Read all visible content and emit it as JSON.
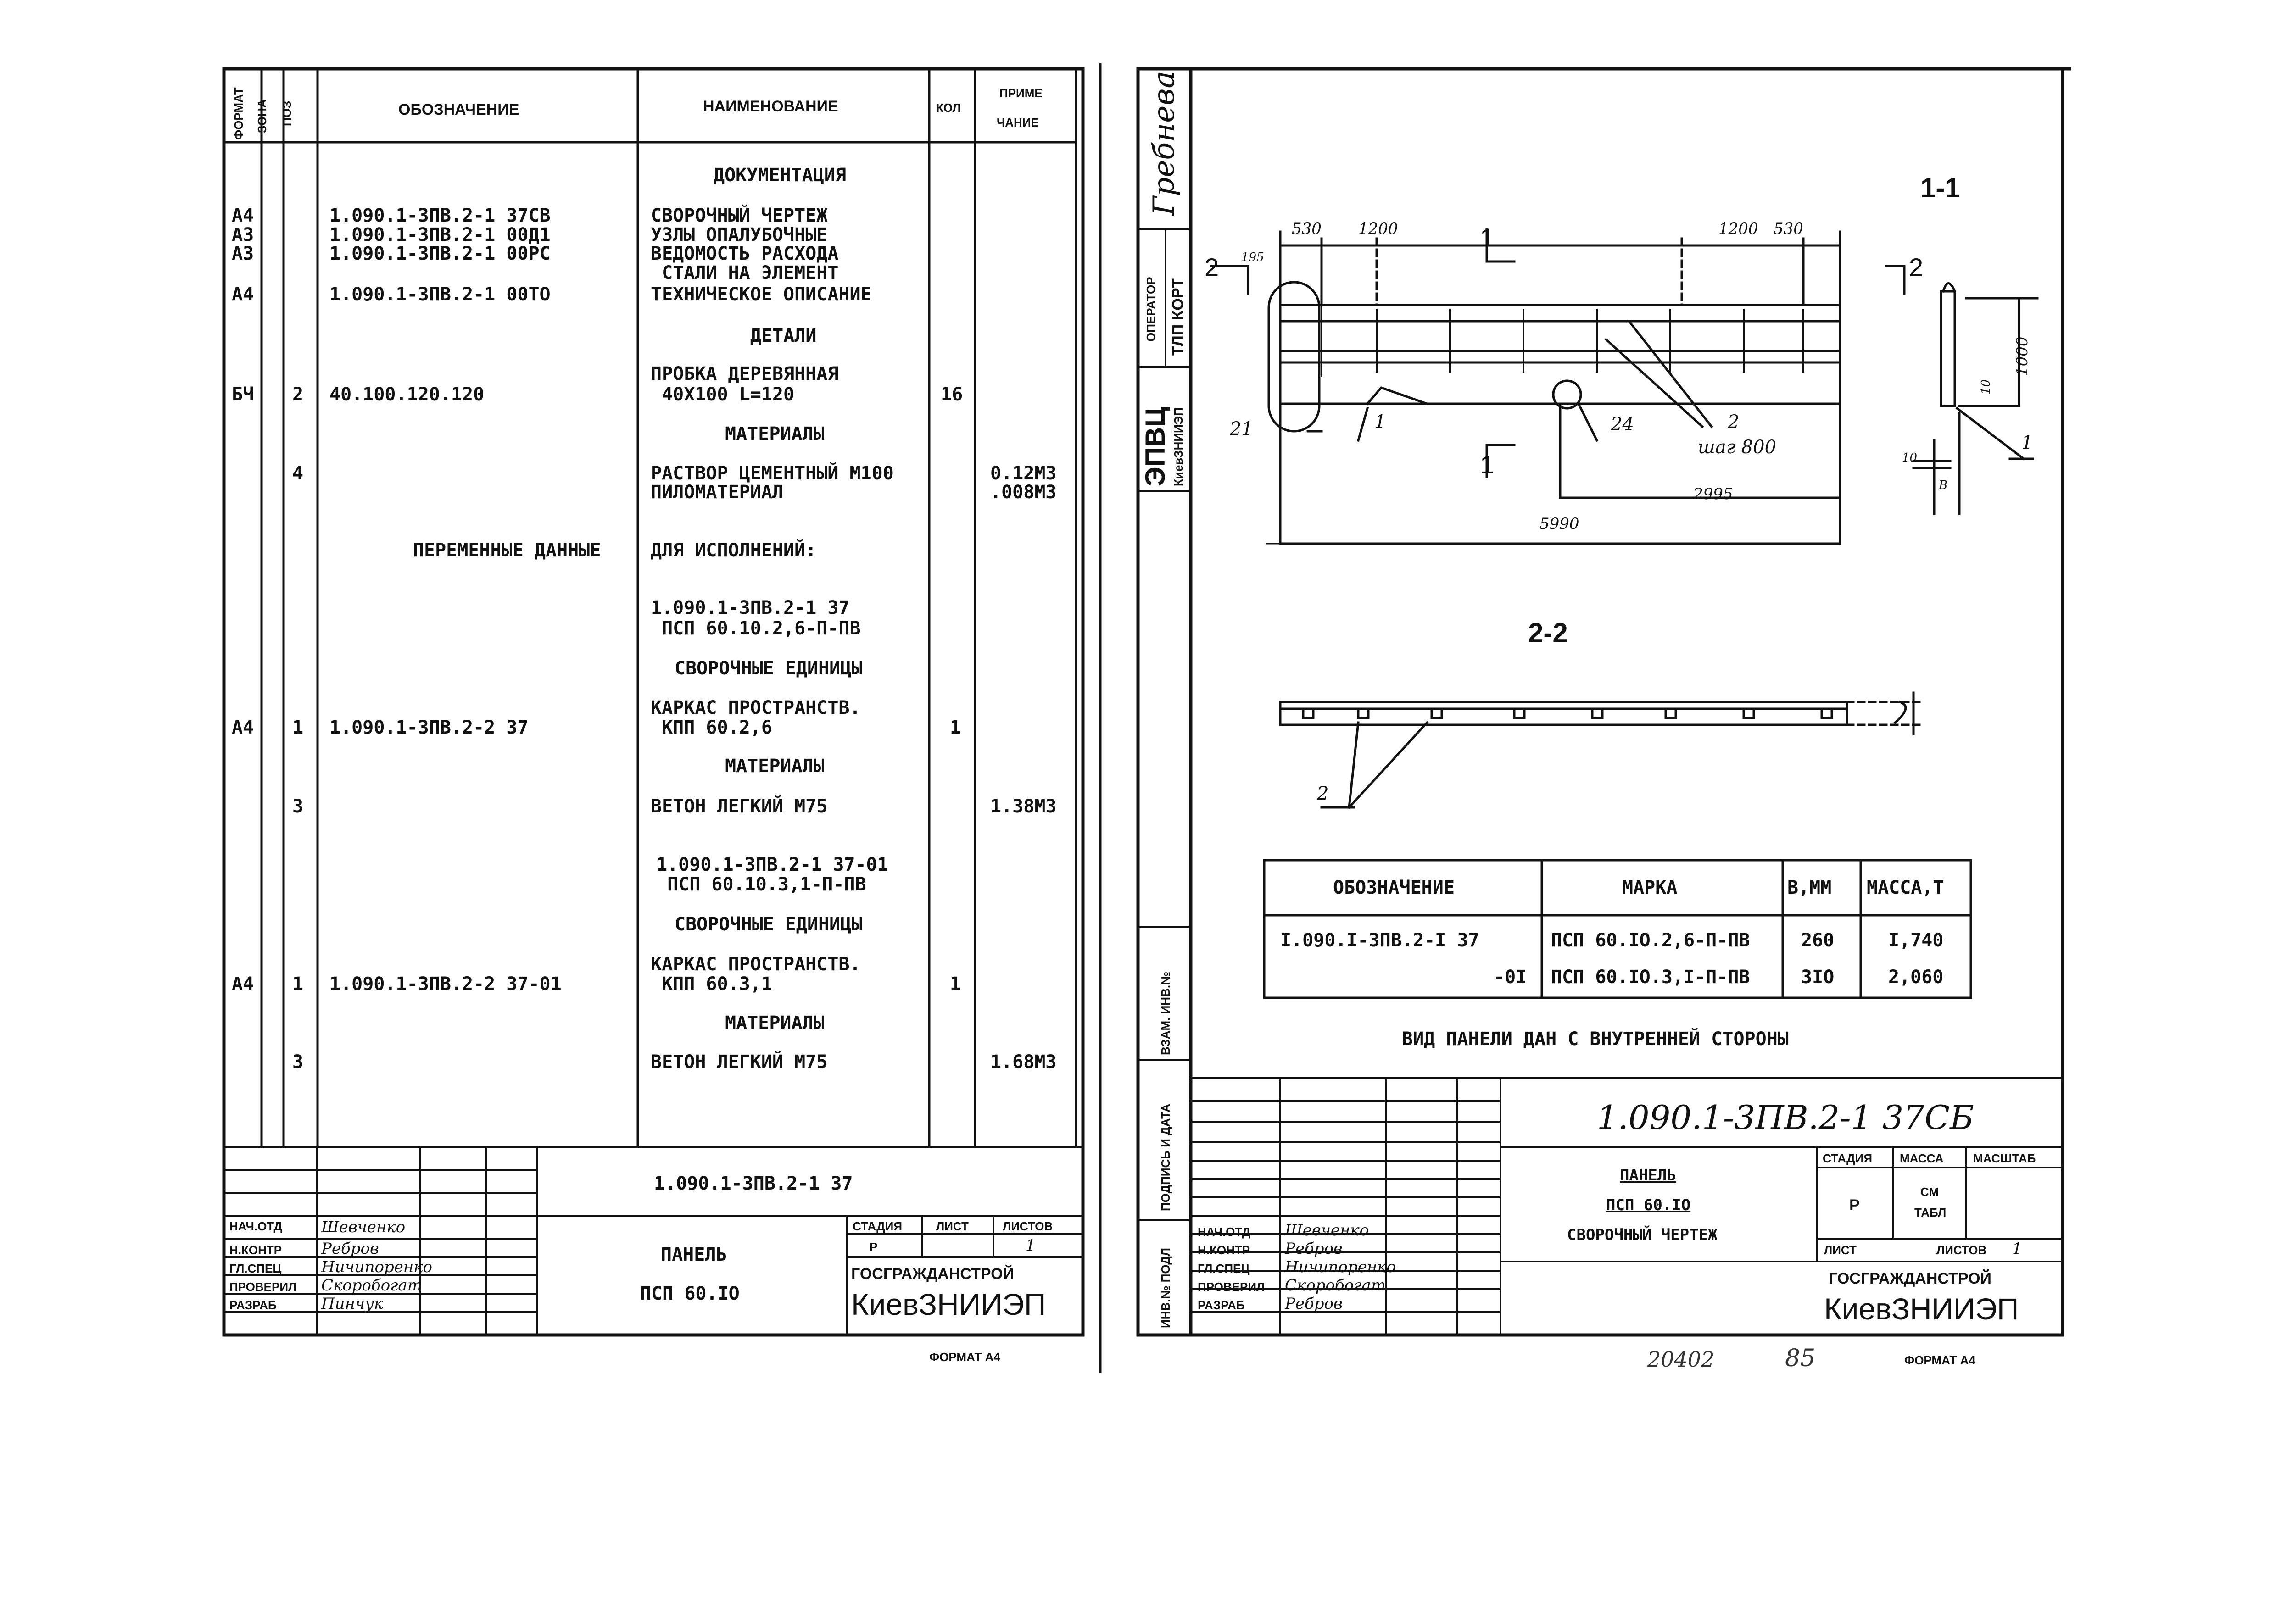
{
  "left_sheet": {
    "header": {
      "format": "ФОРМАТ",
      "zone": "ЗОНА",
      "pos": "ПОЗ",
      "designation": "ОБОЗНАЧЕНИЕ",
      "name": "НАИМЕНОВАНИЕ",
      "qty": "КОЛ",
      "note_1": "ПРИМЕ",
      "note_2": "ЧАНИЕ"
    },
    "rows": [
      {
        "name": "ДОКУМЕНТАЦИЯ"
      },
      {
        "fmt": "А4",
        "desig": "1.090.1-3ПВ.2-1 37СВ",
        "name": "СВОРОЧНЫЙ ЧЕРТЕЖ"
      },
      {
        "fmt": "А3",
        "desig": "1.090.1-3ПВ.2-1 00Д1",
        "name": "УЗЛЫ ОПАЛУБОЧНЫЕ"
      },
      {
        "fmt": "А3",
        "desig": "1.090.1-3ПВ.2-1 00РС",
        "name": "ВЕДОМОСТЬ РАСХОДА"
      },
      {
        "name": " СТАЛИ НА ЭЛЕМЕНТ"
      },
      {
        "fmt": "А4",
        "desig": "1.090.1-3ПВ.2-1 00ТО",
        "name": "ТЕХНИЧЕСКОЕ ОПИСАНИЕ"
      },
      {
        "name": "ДЕТАЛИ"
      },
      {
        "name": "ПРОБКА ДЕРЕВЯННАЯ"
      },
      {
        "fmt": "БЧ",
        "pos": "2",
        "desig": "40.100.120.120",
        "name": " 40X100 L=120",
        "qty": "16"
      },
      {
        "name": "МАТЕРИАЛЫ"
      },
      {
        "pos": "4",
        "name": "РАСТВОР ЦЕМЕНТНЫЙ М100",
        "note": "0.12М3"
      },
      {
        "name": "ПИЛОМАТЕРИАЛ",
        "note": ".008М3"
      },
      {
        "desig": "ПЕРЕМЕННЫЕ ДАННЫЕ",
        "name": "ДЛЯ ИСПОЛНЕНИЙ:"
      },
      {
        "name": "1.090.1-3ПВ.2-1 37"
      },
      {
        "name": " ПСП 60.10.2,6-П-ПВ"
      },
      {
        "name": "СВОРОЧНЫЕ ЕДИНИЦЫ"
      },
      {
        "name": "КАРКАС ПРОСТРАНСТВ."
      },
      {
        "fmt": "А4",
        "pos": "1",
        "desig": "1.090.1-3ПВ.2-2 37",
        "name": " КПП 60.2,6",
        "qty": "1"
      },
      {
        "name": "МАТЕРИАЛЫ"
      },
      {
        "pos": "3",
        "name": "ВЕТОН ЛЕГКИЙ М75",
        "note": "1.38М3"
      },
      {
        "name": "1.090.1-3ПВ.2-1 37-01"
      },
      {
        "name": " ПСП 60.10.3,1-П-ПВ"
      },
      {
        "name": "СВОРОЧНЫЕ ЕДИНИЦЫ"
      },
      {
        "name": "КАРКАС ПРОСТРАНСТВ."
      },
      {
        "fmt": "А4",
        "pos": "1",
        "desig": "1.090.1-3ПВ.2-2 37-01",
        "name": " КПП 60.3,1",
        "qty": "1"
      },
      {
        "name": "МАТЕРИАЛЫ"
      },
      {
        "pos": "3",
        "name": "ВЕТОН ЛЕГКИЙ М75",
        "note": "1.68М3"
      }
    ],
    "title_block": {
      "code": "1.090.1-3ПВ.2-1 37",
      "roles": [
        "НАЧ.ОТД",
        "Н.КОНТР",
        "ГЛ.СПЕЦ",
        "ПРОВЕРИЛ",
        "РАЗРАБ"
      ],
      "names": [
        "Шевченко",
        "Ребров",
        "Ничипоренко",
        "Скоробогат",
        "Пинчук"
      ],
      "product_line1": "ПАНЕЛЬ",
      "product_line2": "ПСП 60.IO",
      "stage_label": "СТАДИЯ",
      "sheet_label": "ЛИСТ",
      "sheets_label": "ЛИСТОВ",
      "stage": "Р",
      "sheets": "1",
      "org_line1": "ГОСГРАЖДАНСТРОЙ",
      "org_line2": "КиевЗНИИЭП"
    },
    "format": "ФОРМАТ А4"
  },
  "right_sheet": {
    "side_panel": {
      "signature": "Гребнева",
      "operator_label": "ОПЕРАТОР",
      "operator_value": "ТЛП КОРТ",
      "stamp_main": "ЭПВЦ",
      "stamp_sub": "КиевЗНИИЭП",
      "field_inv": "ВЗАМ. ИНВ.№",
      "field_sign": "ПОДПИСЬ И ДАТА",
      "field_orig": "ИНВ.№ ПОДЛ"
    },
    "drawing": {
      "section_1_1": "1-1",
      "section_2_2": "2-2",
      "cut_1": "1",
      "cut_2": "2",
      "dims_top": [
        "530",
        "1200",
        "1200",
        "530"
      ],
      "dim_195": "195",
      "dim_5990": "5990",
      "dim_2995": "2995",
      "dim_1000": "1000",
      "dim_10a": "10",
      "dim_10b": "10",
      "dim_b": "В",
      "callouts": [
        "21",
        "1",
        "24",
        "2",
        "шаг 800",
        "1",
        "2"
      ]
    },
    "table": {
      "headers": [
        "ОБОЗНАЧЕНИЕ",
        "МАРКА",
        "В,ММ",
        "МАССА,Т"
      ],
      "rows": [
        [
          "I.090.I-3ПВ.2-I 37",
          "ПСП 60.IO.2,6-П-ПВ",
          "260",
          "I,740"
        ],
        [
          "-0I",
          "ПСП 60.IO.3,I-П-ПВ",
          "3IO",
          "2,060"
        ]
      ]
    },
    "note": "ВИД ПАНЕЛИ ДАН С ВНУТРЕННЕЙ СТОРОНЫ",
    "title_block": {
      "code": "1.090.1-3ПВ.2-1 37СБ",
      "roles": [
        "НАЧ.ОТД",
        "Н.КОНТР",
        "ГЛ.СПЕЦ",
        "ПРОВЕРИЛ",
        "РАЗРАБ"
      ],
      "names": [
        "Шевченко",
        "Ребров",
        "Ничипоренко",
        "Скоробогат",
        "Ребров"
      ],
      "product_line1": "ПАНЕЛЬ",
      "product_line2": "ПСП 60.IO",
      "product_line3": "СВОРОЧНЫЙ ЧЕРТЕЖ",
      "stage_label": "СТАДИЯ",
      "mass_label": "МАССА",
      "scale_label": "МАСШТАБ",
      "stage": "Р",
      "mass_1": "СМ",
      "mass_2": "ТАБЛ",
      "sheet_label": "ЛИСТ",
      "sheets_label": "ЛИСТОВ",
      "sheets": "1",
      "org_line1": "ГОСГРАЖДАНСТРОЙ",
      "org_line2": "КиевЗНИИЭП"
    },
    "footer_num1": "20402",
    "footer_num2": "85",
    "format": "ФОРМАТ А4"
  }
}
